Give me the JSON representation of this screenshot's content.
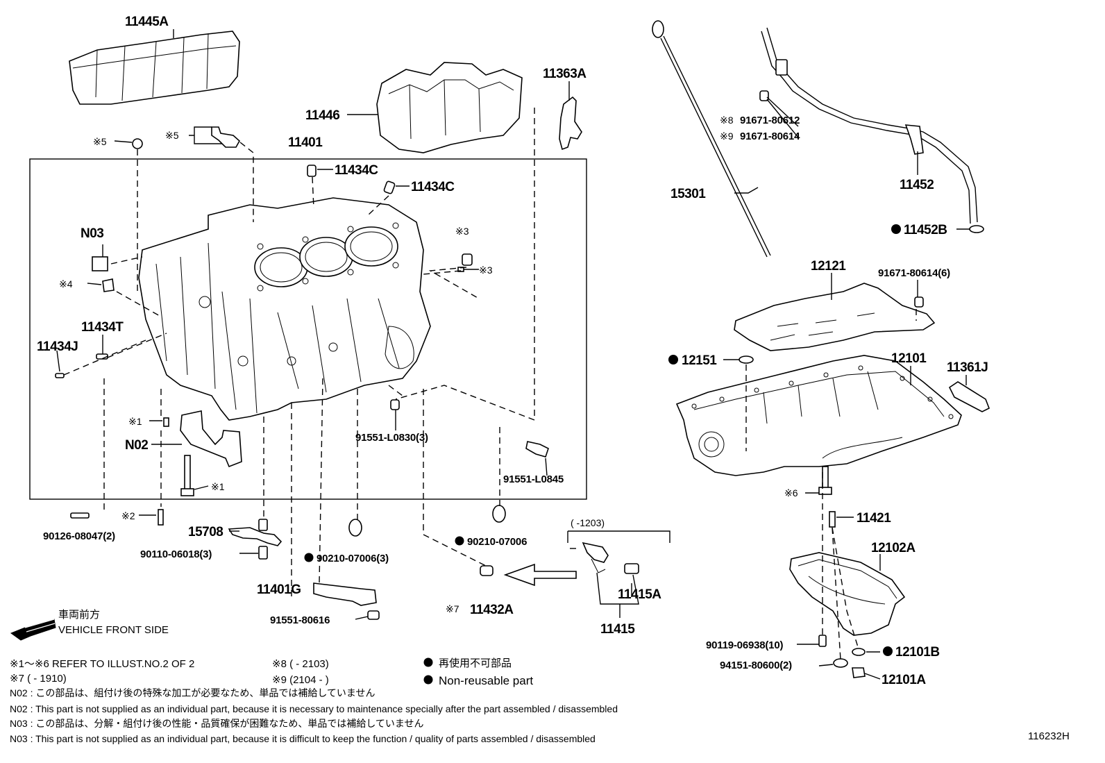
{
  "labels": {
    "p11445A": "11445A",
    "p11446": "11446",
    "p11363A": "11363A",
    "p11401": "11401",
    "p11434C_1": "11434C",
    "p11434C_2": "11434C",
    "refmark5a": "※5",
    "refmark5b": "※5",
    "pN03": "N03",
    "refmark4": "※4",
    "refmark3a": "※3",
    "refmark3b": "※3",
    "p11434T": "11434T",
    "p11434J": "11434J",
    "refmark1a": "※1",
    "pN02": "N02",
    "refmark1b": "※1",
    "p91551L0830": "91551-L0830(3)",
    "p91551L0845": "91551-L0845",
    "p90126": "90126-08047(2)",
    "refmark2": "※2",
    "p15708": "15708",
    "p90110": "90110-06018(3)",
    "p90210_3": "90210-07006(3)",
    "p90210": "90210-07006",
    "p11401G": "11401G",
    "p91551_80616": "91551-80616",
    "refmark7": "※7",
    "p11432A": "11432A",
    "p1203range": "(        -1203)",
    "p11415A": "11415A",
    "p11415": "11415",
    "refmark8": "※8",
    "p91671_80612": "91671-80612",
    "refmark9": "※9",
    "p91671_80614": "91671-80614",
    "p15301": "15301",
    "p11452": "11452",
    "p11452B": "11452B",
    "p12121": "12121",
    "p91671_80614_6": "91671-80614(6)",
    "p12151": "12151",
    "p12101": "12101",
    "p11361J": "11361J",
    "refmark6": "※6",
    "p11421": "11421",
    "p12102A": "12102A",
    "p90119": "90119-06938(10)",
    "p12101B": "12101B",
    "p94151": "94151-80600(2)",
    "p12101A": "12101A"
  },
  "front": {
    "jp": "車両前方",
    "en": "VEHICLE FRONT SIDE"
  },
  "notes": {
    "refer": "※1～※6  REFER TO ILLUST.NO.2 OF 2",
    "mark7": "※7 (          - 1910)",
    "mark8": "※8 (          - 2103)",
    "mark9": "※9 (2104 -          )",
    "nonreuse_jp": "再使用不可部品",
    "nonreuse_en": "Non-reusable part",
    "n02_jp": "N02 : この部品は、組付け後の特殊な加工が必要なため、単品では補給していません",
    "n02_en": "N02 : This part is not supplied as an individual part, because it is necessary to maintenance specially after the part assembled / disassembled",
    "n03_jp": "N03 : この部品は、分解・組付け後の性能・品質確保が困難なため、単品では補給していません",
    "n03_en": "N03 : This part is not supplied as an individual part, because it is difficult to keep the function / quality of parts  assembled / disassembled",
    "illust_id": "116232H"
  }
}
